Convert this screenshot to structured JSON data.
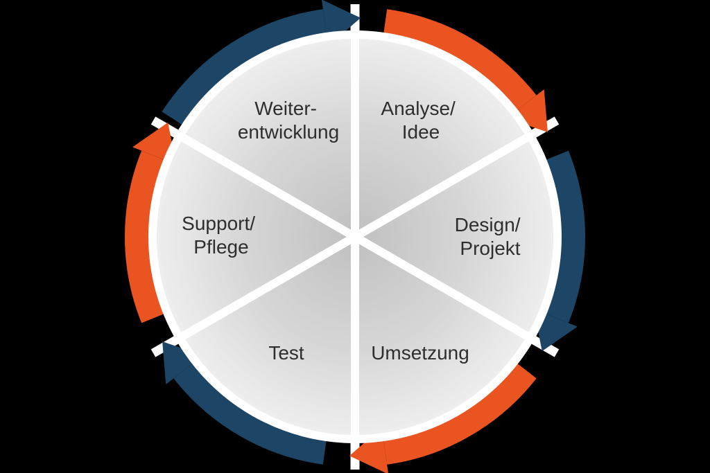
{
  "diagram": {
    "name": "software-lifecycle-cycle-diagram",
    "segments": [
      {
        "lines": [
          "Analyse/",
          "Idee"
        ]
      },
      {
        "lines": [
          "Design/",
          "Projekt"
        ]
      },
      {
        "lines": [
          "Umsetzung"
        ]
      },
      {
        "lines": [
          "Test"
        ]
      },
      {
        "lines": [
          "Support/",
          "Pflege"
        ]
      },
      {
        "lines": [
          "Weiter-",
          "entwicklung"
        ]
      }
    ],
    "colors": {
      "navy": "#1d4566",
      "orange": "#e95420",
      "wedge_center": "#c0c0c0",
      "wedge_mid": "#d6d6d6",
      "wedge_edge": "#efefef",
      "separator": "#ffffff",
      "label": "#2e2e2e",
      "background": "#000000"
    }
  }
}
